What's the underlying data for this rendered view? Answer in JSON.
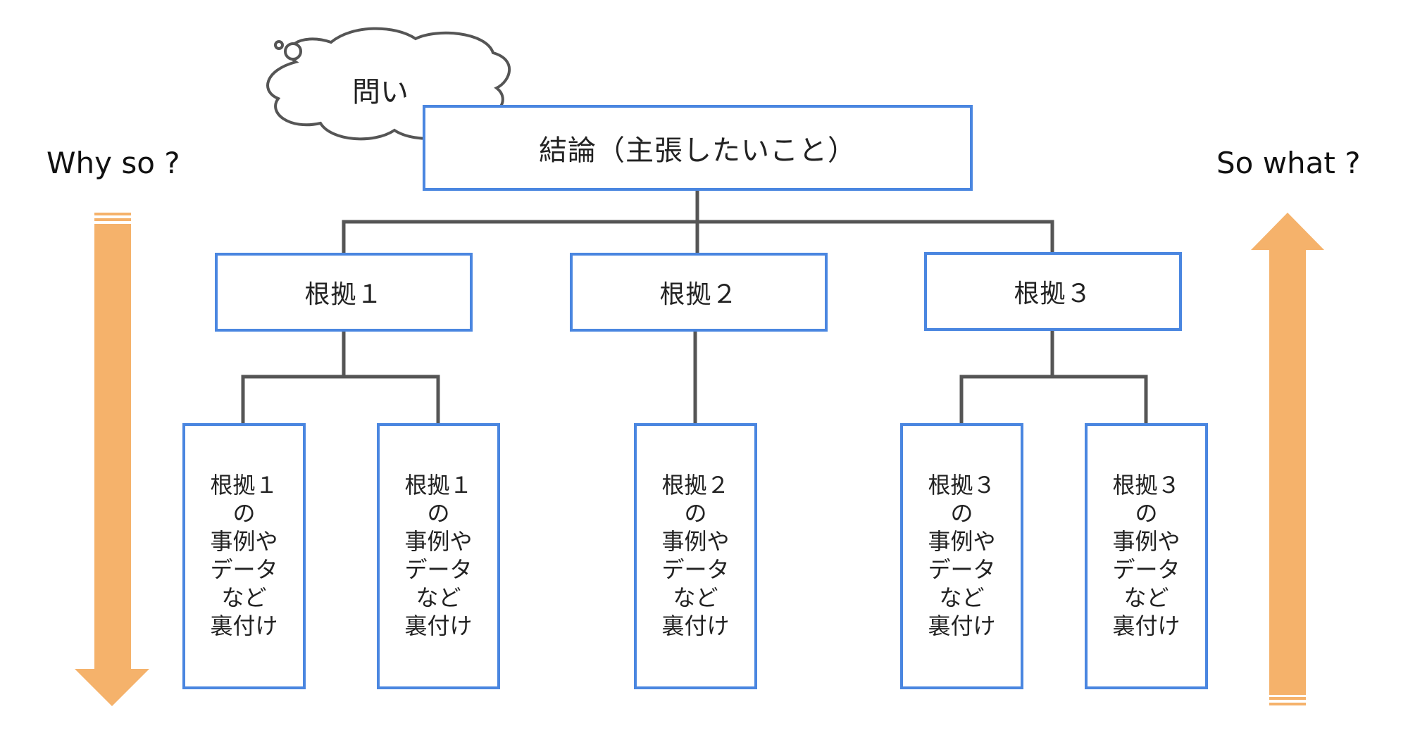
{
  "question": "問い",
  "conclusion": "結論（主張したいこと）",
  "left_label": "Why so ?",
  "right_label": "So what ?",
  "reasons": [
    {
      "label": "根拠１"
    },
    {
      "label": "根拠２"
    },
    {
      "label": "根拠３"
    }
  ],
  "evidence": [
    {
      "lines": [
        "根拠１",
        "の",
        "事例や",
        "データ",
        "など",
        "裏付け"
      ]
    },
    {
      "lines": [
        "根拠１",
        "の",
        "事例や",
        "データ",
        "など",
        "裏付け"
      ]
    },
    {
      "lines": [
        "根拠２",
        "の",
        "事例や",
        "データ",
        "など",
        "裏付け"
      ]
    },
    {
      "lines": [
        "根拠３",
        "の",
        "事例や",
        "データ",
        "など",
        "裏付け"
      ]
    },
    {
      "lines": [
        "根拠３",
        "の",
        "事例や",
        "データ",
        "など",
        "裏付け"
      ]
    }
  ],
  "colors": {
    "box_border": "#4a86e0",
    "connector": "#555555",
    "arrow": "#f5b26b",
    "cloud_border": "#555555"
  }
}
